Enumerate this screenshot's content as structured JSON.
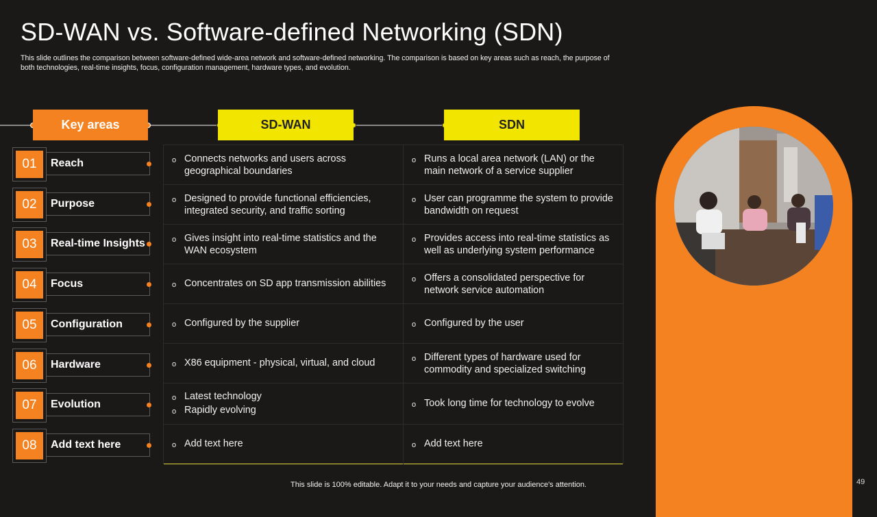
{
  "title": "SD-WAN vs. Software-defined Networking (SDN)",
  "subtitle": "This slide outlines the comparison between software-defined wide-area network and software-defined networking. The comparison is based on key areas such as reach, the purpose of both technologies, real-time insights, focus, configuration management, hardware types, and evolution.",
  "headers": {
    "key": "Key areas",
    "sdwan": "SD-WAN",
    "sdn": "SDN"
  },
  "rows": [
    {
      "num": "01",
      "label": "Reach",
      "sdwan": [
        "Connects networks and users across geographical boundaries"
      ],
      "sdn": [
        "Runs a local area network (LAN) or the main network of a service supplier"
      ]
    },
    {
      "num": "02",
      "label": " Purpose",
      "sdwan": [
        "Designed to provide functional efficiencies, integrated security, and traffic sorting"
      ],
      "sdn": [
        "User can programme the system to provide bandwidth on request"
      ]
    },
    {
      "num": "03",
      "label": "Real-time Insights",
      "sdwan": [
        "Gives insight into real-time statistics and the WAN ecosystem"
      ],
      "sdn": [
        "Provides access into real-time statistics as well as underlying  system performance"
      ]
    },
    {
      "num": "04",
      "label": "Focus",
      "sdwan": [
        "Concentrates on SD app transmission abilities"
      ],
      "sdn": [
        "Offers a consolidated perspective for network service automation"
      ]
    },
    {
      "num": "05",
      "label": "Configuration",
      "sdwan": [
        "Configured by the supplier"
      ],
      "sdn": [
        "Configured by the user"
      ]
    },
    {
      "num": "06",
      "label": "Hardware",
      "sdwan": [
        "X86 equipment - physical, virtual, and cloud"
      ],
      "sdn": [
        "Different types of hardware used for commodity and specialized switching"
      ]
    },
    {
      "num": "07",
      "label": "Evolution",
      "sdwan": [
        "Latest technology",
        "Rapidly evolving"
      ],
      "sdn": [
        "Took long time for technology to evolve"
      ]
    },
    {
      "num": "08",
      "label": "Add text here",
      "sdwan": [
        "Add text here"
      ],
      "sdn": [
        "Add text here"
      ]
    }
  ],
  "bullet_symbol": "o",
  "footer": "This slide is 100% editable. Adapt it to your needs and capture your audience's attention.",
  "page_number": "49",
  "colors": {
    "accent": "#f58220",
    "highlight": "#f2e600",
    "background": "#1b1918"
  }
}
